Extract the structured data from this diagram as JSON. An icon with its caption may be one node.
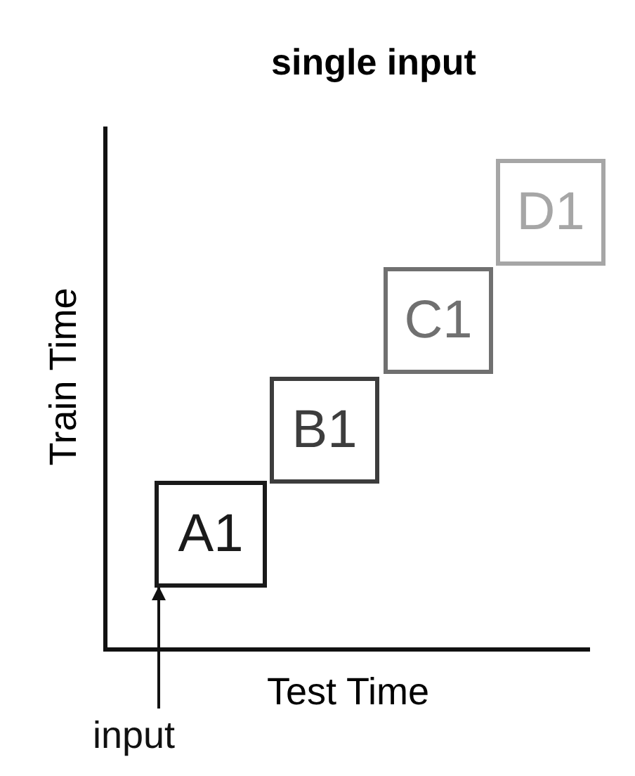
{
  "diagram": {
    "title": "single input",
    "nodes": [
      {
        "text": [
          "A1"
        ]
      },
      {
        "text": [
          "B1"
        ]
      },
      {
        "text": [
          "C1"
        ]
      },
      {
        "text": [
          "D1"
        ]
      },
      {
        "text": [
          "input"
        ]
      }
    ],
    "edges": [
      {
        "from": 4,
        "to": 0,
        "arrow": "to"
      }
    ],
    "labels": [
      "Train Time",
      "Test Time"
    ]
  }
}
